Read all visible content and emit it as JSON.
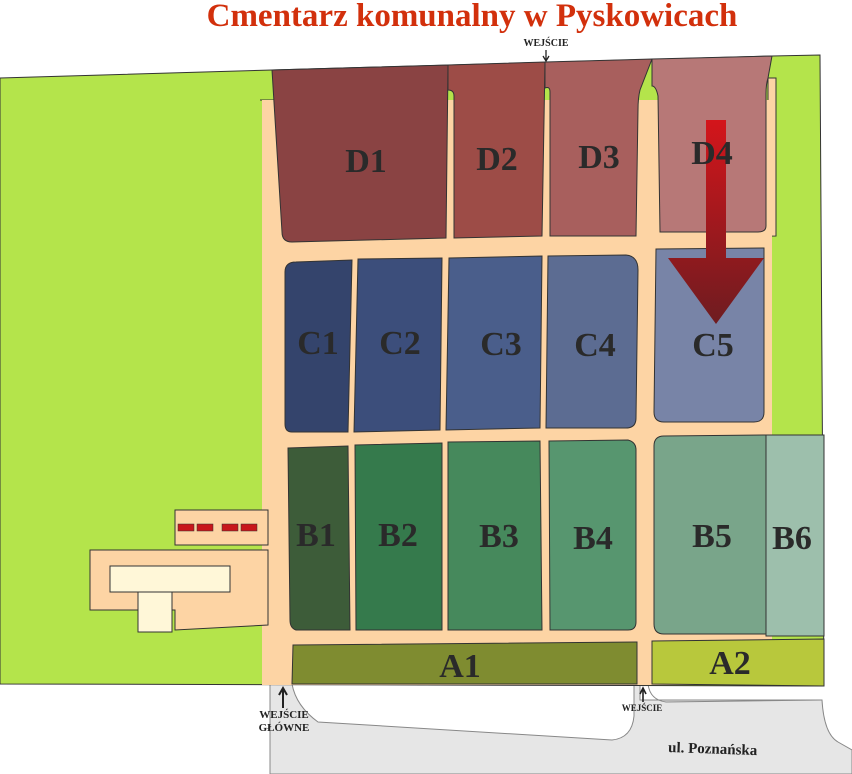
{
  "title": "Cmentarz komunalny w Pyskowicach",
  "entrances": {
    "top": "WEJŚCIE",
    "main_line1": "WEJŚCIE",
    "main_line2": "GŁÓWNE",
    "bottom_right": "WEJŚCIE"
  },
  "street": "ul. Poznańska",
  "plots": {
    "D1": {
      "label": "D1",
      "color": "#8a4343"
    },
    "D2": {
      "label": "D2",
      "color": "#9d4c47"
    },
    "D3": {
      "label": "D3",
      "color": "#a85f5d"
    },
    "D4": {
      "label": "D4",
      "color": "#b77877"
    },
    "C1": {
      "label": "C1",
      "color": "#34446c"
    },
    "C2": {
      "label": "C2",
      "color": "#3c4e7b"
    },
    "C3": {
      "label": "C3",
      "color": "#4a5e8b"
    },
    "C4": {
      "label": "C4",
      "color": "#5c6c92"
    },
    "C5": {
      "label": "C5",
      "color": "#7884a7"
    },
    "B1": {
      "label": "B1",
      "color": "#3d5c39"
    },
    "B2": {
      "label": "B2",
      "color": "#357a4c"
    },
    "B3": {
      "label": "B3",
      "color": "#46895c"
    },
    "B4": {
      "label": "B4",
      "color": "#57966f"
    },
    "B5": {
      "label": "B5",
      "color": "#79a58a"
    },
    "B6": {
      "label": "B6",
      "color": "#9dbfac"
    },
    "A1": {
      "label": "A1",
      "color": "#7f8c30"
    },
    "A2": {
      "label": "A2",
      "color": "#b8c83c"
    }
  },
  "colors": {
    "grass": "#b4e44b",
    "path": "#fdd4a4",
    "road": "#e6e6e6",
    "arrow": "#c8161b",
    "title": "#d2300c"
  }
}
